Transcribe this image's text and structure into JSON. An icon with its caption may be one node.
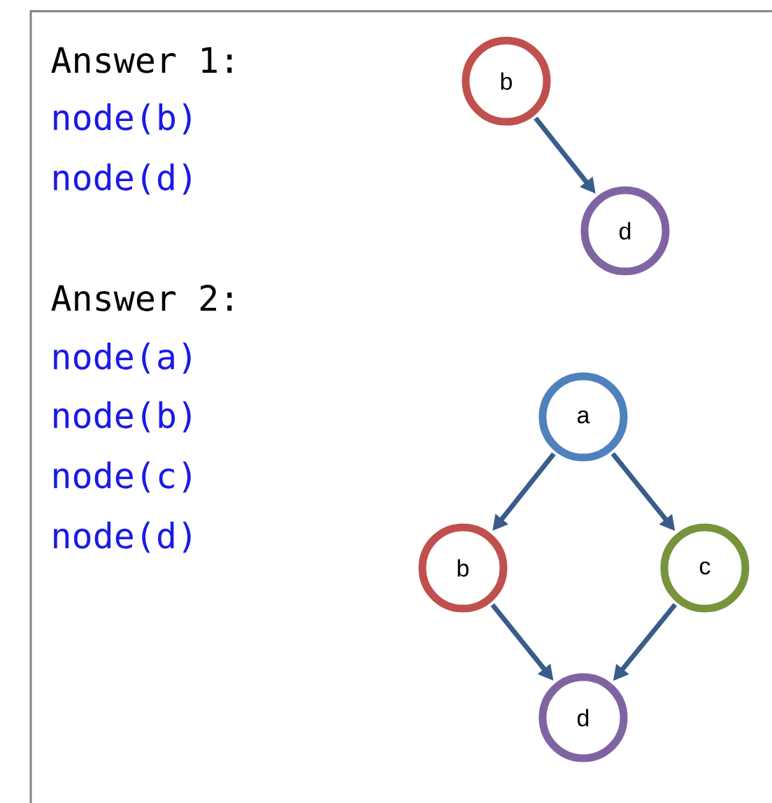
{
  "diagram": {
    "nodes": [
      {
        "text": [
          "b"
        ]
      },
      {
        "text": [
          "d"
        ]
      },
      {
        "text": [
          "a"
        ]
      },
      {
        "text": [
          "b"
        ]
      },
      {
        "text": [
          "c"
        ]
      },
      {
        "text": [
          "d"
        ]
      }
    ],
    "edges": [
      {
        "from": 0,
        "to": 1,
        "arrow": "to"
      },
      {
        "from": 2,
        "to": 3,
        "arrow": "to"
      },
      {
        "from": 2,
        "to": 4,
        "arrow": "to"
      },
      {
        "from": 3,
        "to": 5,
        "arrow": "to"
      },
      {
        "from": 4,
        "to": 5,
        "arrow": "to"
      }
    ],
    "labels": [
      "Answer 1:",
      "node(b)",
      "node(d)",
      "Answer 2:",
      "node(a)",
      "node(b)",
      "node(c)",
      "node(d)"
    ]
  }
}
